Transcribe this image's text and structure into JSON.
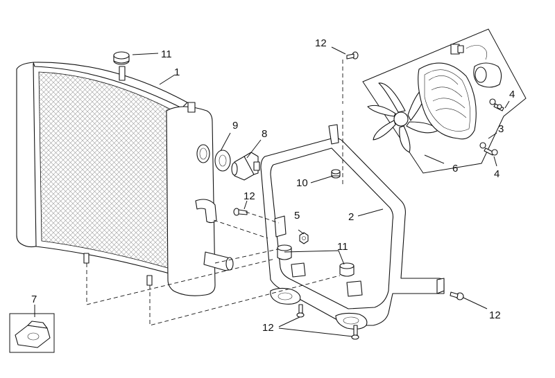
{
  "callouts": {
    "radiator": "1",
    "bracket_frame": "2",
    "washer_right": "3",
    "screw_fan_upper": "4",
    "screw_fan_lower": "4",
    "nut": "5",
    "fan_assembly": "6",
    "clip_inset": "7",
    "thermo_switch": "8",
    "seal_ring": "9",
    "grommet_bracket": "10",
    "grommet_top": "11",
    "grommet_pair": "11",
    "screw_top": "12",
    "screw_left": "12",
    "screw_right": "12",
    "screw_bottom_pair": "12"
  }
}
